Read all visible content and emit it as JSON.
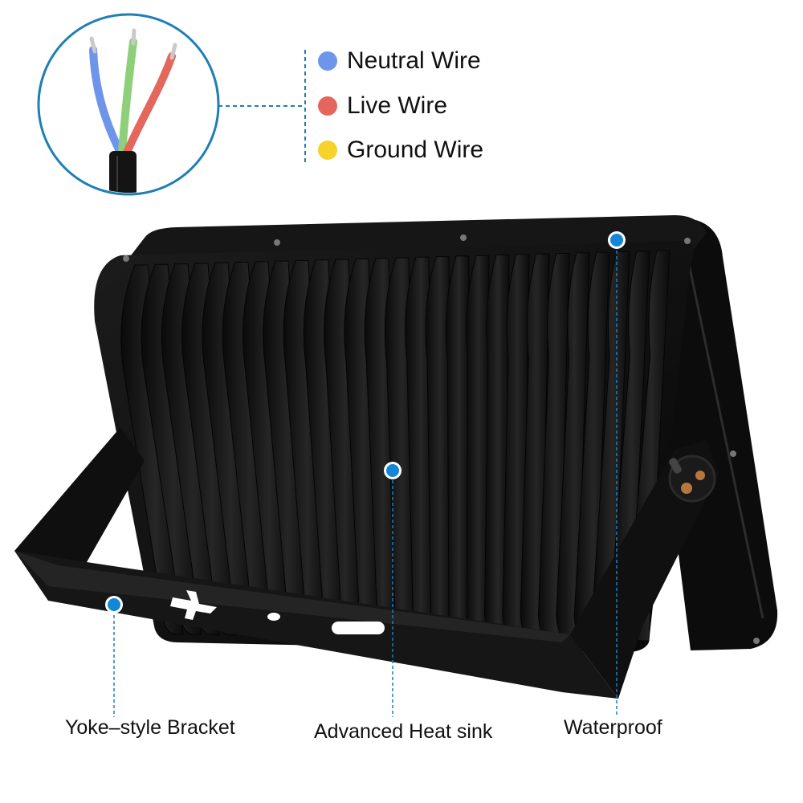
{
  "legend": {
    "items": [
      {
        "label": "Neutral Wire",
        "color": "#6f95ea"
      },
      {
        "label": "Live Wire",
        "color": "#e3675c"
      },
      {
        "label": "Ground Wire",
        "color": "#f6d22d"
      }
    ]
  },
  "wires_inset": {
    "wire_colors": [
      "#6f95ea",
      "#8ed07a",
      "#e3675c"
    ],
    "sheath_color": "#141414",
    "ring_color": "#1f7fb5"
  },
  "callouts": {
    "bracket_label": "Yoke–style Bracket",
    "heatsink_label": "Advanced Heat sink",
    "waterproof_label": "Waterproof",
    "marker_color": "#1586d6",
    "leader_color": "#1f7fb5"
  },
  "product": {
    "body_color": "#121212",
    "fin_color": "#1b1b1b"
  }
}
